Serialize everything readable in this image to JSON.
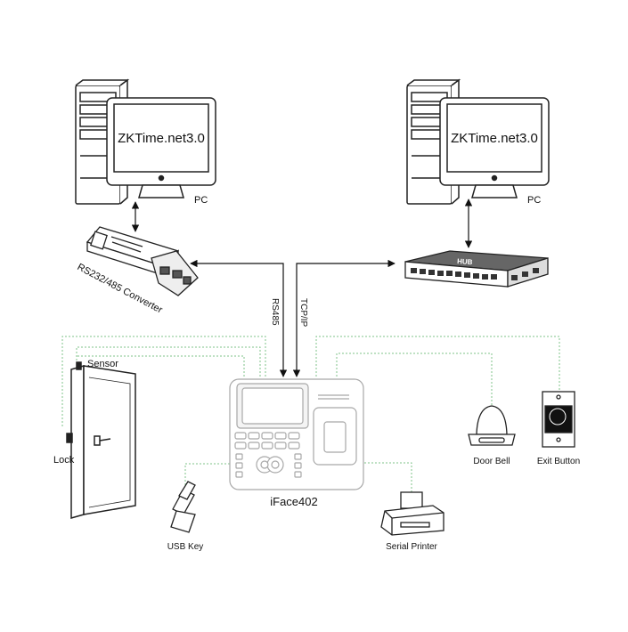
{
  "pc_left": {
    "screen_text": "ZKTime.net3.0",
    "label": "PC"
  },
  "pc_right": {
    "screen_text": "ZKTime.net3.0",
    "label": "PC"
  },
  "converter": {
    "label": "RS232/485 Converter"
  },
  "hub": {
    "label": "HUB"
  },
  "links": {
    "rs485": "RS485",
    "tcpip": "TCP/IP"
  },
  "terminal": {
    "label": "iFace402"
  },
  "peripherals": {
    "sensor": "Sensor",
    "lock": "Lock",
    "usb_key": "USB Key",
    "door_bell": "Door Bell",
    "exit_button": "Exit Button",
    "serial_printer": "Serial Printer"
  },
  "colors": {
    "line": "#111111",
    "device": "#a8a8a8",
    "dotted": "#7fc38a"
  }
}
